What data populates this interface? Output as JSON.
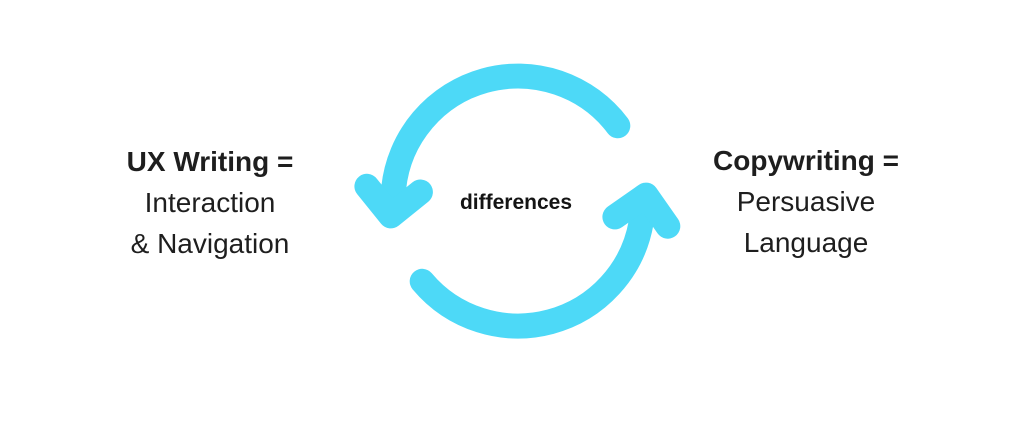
{
  "diagram": {
    "left": {
      "title": "UX Writing =",
      "line1": "Interaction",
      "line2": "& Navigation"
    },
    "center_label": "differences",
    "right": {
      "title": "Copywriting =",
      "line1": "Persuasive",
      "line2": "Language"
    },
    "icon": "cycle-arrows",
    "colors": {
      "arrow_cyan": "#4DD9F7",
      "text": "#1E1E1E",
      "background": "#FFFFFF"
    }
  }
}
